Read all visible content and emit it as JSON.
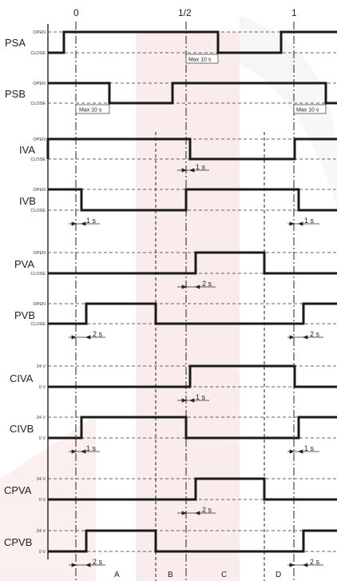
{
  "top_labels": [
    "0",
    "1/2",
    "1"
  ],
  "signals": [
    {
      "name": "PSA",
      "high_label": "OPEN",
      "low_label": "CLOSE",
      "note": "Max 10 s"
    },
    {
      "name": "PSB",
      "high_label": "OPEN",
      "low_label": "CLOSE",
      "note_left": "Max 10 s",
      "note_right": "Max 10 s"
    },
    {
      "name": "IVA",
      "high_label": "OPEN",
      "low_label": "CLOSE",
      "delay": "1 s"
    },
    {
      "name": "IVB",
      "high_label": "OPEN",
      "low_label": "CLOSE",
      "delay_left": "1 s",
      "delay_right": "1 s"
    },
    {
      "name": "PVA",
      "high_label": "OPEN",
      "low_label": "CLOSE",
      "delay": "2 s"
    },
    {
      "name": "PVB",
      "high_label": "OPEN",
      "low_label": "CLOSE",
      "delay_left": "2 s",
      "delay_right": "2 s"
    },
    {
      "name": "CIVA",
      "high_label": "24 V",
      "low_label": "0 V",
      "delay": "1 s"
    },
    {
      "name": "CIVB",
      "high_label": "24 V",
      "low_label": "0 V",
      "delay_left": "1 s",
      "delay_right": "1 s"
    },
    {
      "name": "CPVA",
      "high_label": "24 V",
      "low_label": "0 V",
      "delay": "2 s"
    },
    {
      "name": "CPVB",
      "high_label": "24 V",
      "low_label": "0 V",
      "delay_left": "2 s",
      "delay_right": "2 s"
    }
  ],
  "phases": [
    "A",
    "B",
    "C",
    "D"
  ],
  "colors": {
    "line": "#1a1a1a",
    "dashed": "#333333",
    "watermark": "#f3d6d6"
  }
}
